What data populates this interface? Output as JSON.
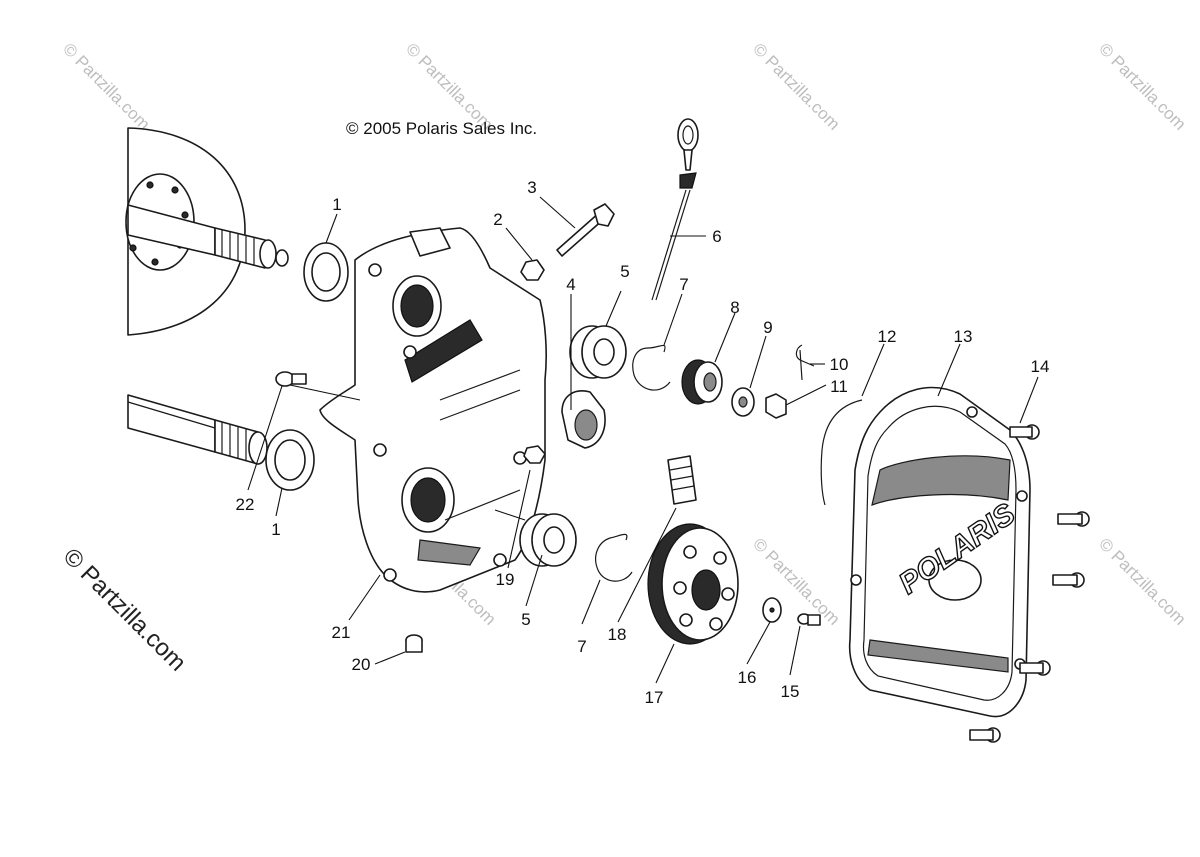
{
  "copyright": "© 2005 Polaris Sales Inc.",
  "watermark": "© Partzilla.com",
  "cover_logo": "POLARIS",
  "callouts": [
    {
      "id": "c1a",
      "label": "1"
    },
    {
      "id": "c1b",
      "label": "1"
    },
    {
      "id": "c2",
      "label": "2"
    },
    {
      "id": "c3",
      "label": "3"
    },
    {
      "id": "c4",
      "label": "4"
    },
    {
      "id": "c5a",
      "label": "5"
    },
    {
      "id": "c5b",
      "label": "5"
    },
    {
      "id": "c6",
      "label": "6"
    },
    {
      "id": "c7a",
      "label": "7"
    },
    {
      "id": "c7b",
      "label": "7"
    },
    {
      "id": "c8",
      "label": "8"
    },
    {
      "id": "c9",
      "label": "9"
    },
    {
      "id": "c10",
      "label": "10"
    },
    {
      "id": "c11",
      "label": "11"
    },
    {
      "id": "c12",
      "label": "12"
    },
    {
      "id": "c13",
      "label": "13"
    },
    {
      "id": "c14",
      "label": "14"
    },
    {
      "id": "c15",
      "label": "15"
    },
    {
      "id": "c16",
      "label": "16"
    },
    {
      "id": "c17",
      "label": "17"
    },
    {
      "id": "c18",
      "label": "18"
    },
    {
      "id": "c19",
      "label": "19"
    },
    {
      "id": "c20",
      "label": "20"
    },
    {
      "id": "c21",
      "label": "21"
    },
    {
      "id": "c22",
      "label": "22"
    }
  ]
}
